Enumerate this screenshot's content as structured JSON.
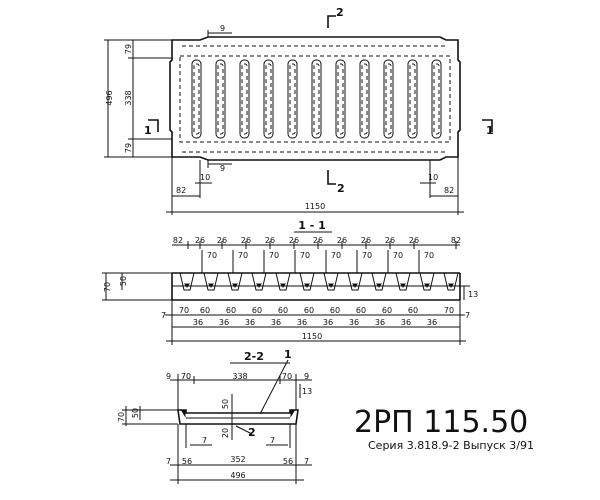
{
  "title": {
    "mark": "2РП 115.50",
    "series": "Серия 3.818.9-2 Выпуск 3/91"
  },
  "plan": {
    "overall_height": "496",
    "side_79_top": "79",
    "middle_338": "338",
    "side_79_bottom": "79",
    "top_9": "9",
    "bottom_9": "9",
    "left_10": "10",
    "right_10": "10",
    "left_82": "82",
    "right_82": "82",
    "overall_length": "1150",
    "section_2_top": "2",
    "section_2_bottom": "2",
    "section_1_left": "1",
    "section_1_right": "1"
  },
  "section_1_1": {
    "title": "1 - 1",
    "top_dims": [
      "82",
      "26",
      "26",
      "26",
      "26",
      "26",
      "26",
      "26",
      "26",
      "26",
      "26",
      "82"
    ],
    "top70": [
      "70",
      "70",
      "70",
      "70",
      "70",
      "70",
      "70",
      "70"
    ],
    "height_70": "70",
    "height_50": "50",
    "right_13": "13",
    "left_7": "7",
    "right_7": "7",
    "bottom_70_left": "70",
    "bottom_70_right": "70",
    "bottom_60": [
      "60",
      "60",
      "60",
      "60",
      "60",
      "60",
      "60",
      "60",
      "60"
    ],
    "bottom_36": [
      "36",
      "36",
      "36",
      "36",
      "36",
      "36",
      "36",
      "36",
      "36",
      "36"
    ],
    "overall_length": "1150"
  },
  "section_2_2": {
    "title": "2-2",
    "callout_1": "1",
    "callout_2": "2",
    "top_9_left": "9",
    "top_70_left": "70",
    "top_338": "338",
    "top_70_right": "70",
    "top_9_right": "9",
    "right_13": "13",
    "height_70": "70",
    "height_50": "50",
    "mid_50": "50",
    "mid_20": "20",
    "inner_7_left": "7",
    "inner_7_right": "7",
    "bottom_7_left": "7",
    "bottom_56_left": "56",
    "bottom_352": "352",
    "bottom_56_right": "56",
    "bottom_7_right": "7",
    "overall_width": "496"
  }
}
